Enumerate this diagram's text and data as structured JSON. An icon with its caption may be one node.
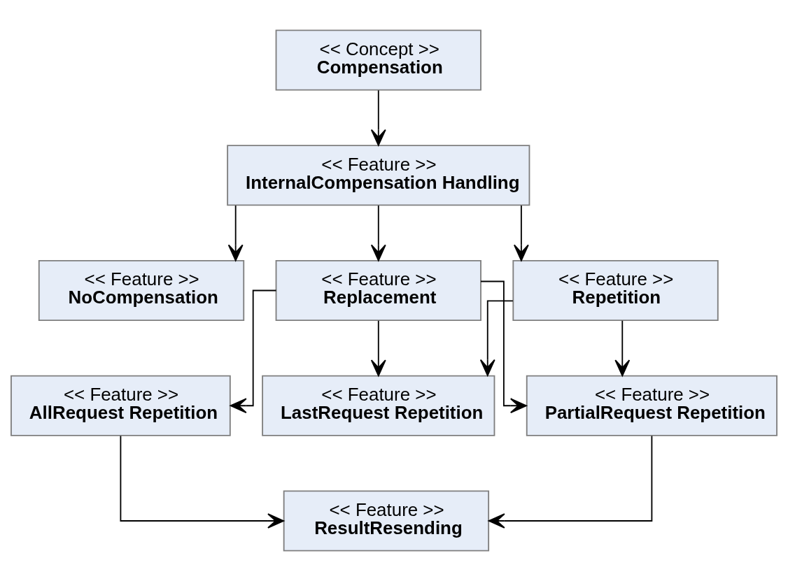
{
  "diagram": {
    "nodes": [
      {
        "text": [
          "<< Concept >>",
          "Compensation"
        ]
      },
      {
        "text": [
          "<< Feature >>",
          "InternalCompensation Handling"
        ]
      },
      {
        "text": [
          "<< Feature >>",
          "NoCompensation"
        ]
      },
      {
        "text": [
          "<< Feature >>",
          "Repetition"
        ]
      },
      {
        "text": [
          "<< Feature >>",
          "Replacement"
        ]
      },
      {
        "text": [
          "<< Feature >>",
          "PartialRequest Repetition"
        ]
      },
      {
        "text": [
          "<< Feature >>",
          "LastRequest Repetition"
        ]
      },
      {
        "text": [
          "<< Feature >>",
          "AllRequest Repetition"
        ]
      },
      {
        "text": [
          "<< Feature >>",
          "ResultResending"
        ]
      }
    ],
    "edges": [
      {
        "from": 0,
        "to": 1,
        "arrow": "to"
      },
      {
        "from": 1,
        "to": 2,
        "arrow": "to"
      },
      {
        "from": 1,
        "to": 3,
        "arrow": "to"
      },
      {
        "from": 1,
        "to": 4,
        "arrow": "to"
      },
      {
        "from": 3,
        "to": 5,
        "arrow": "to"
      },
      {
        "from": 3,
        "to": 6,
        "arrow": "to"
      },
      {
        "from": 4,
        "to": 5,
        "arrow": "to"
      },
      {
        "from": 4,
        "to": 6,
        "arrow": "to"
      },
      {
        "from": 4,
        "to": 7,
        "arrow": "to"
      },
      {
        "from": 7,
        "to": 8,
        "arrow": "to"
      },
      {
        "from": 5,
        "to": 8,
        "arrow": "to"
      }
    ]
  }
}
